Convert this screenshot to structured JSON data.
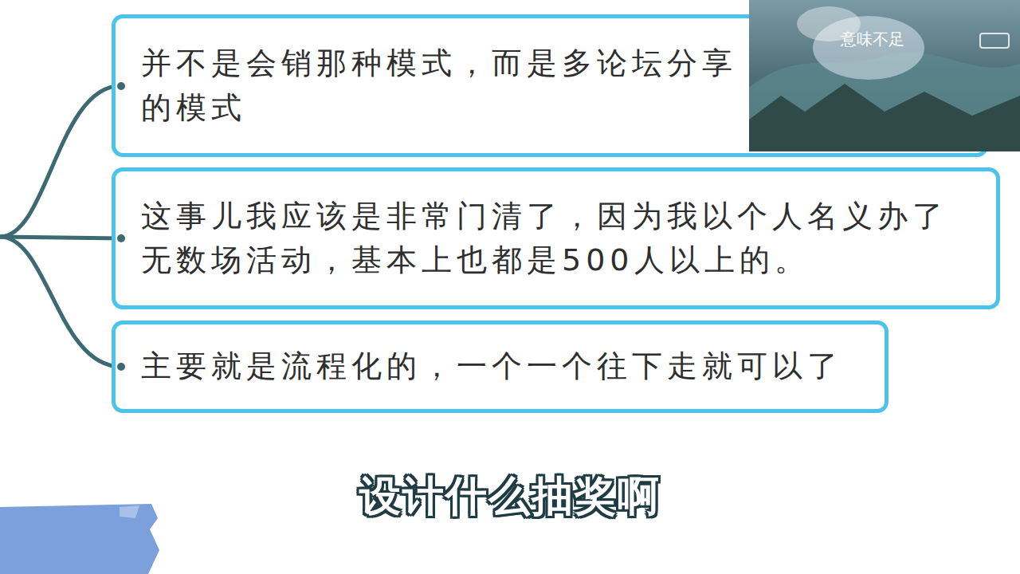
{
  "diagram": {
    "nodes": [
      {
        "text": [
          "并不是会销那种模式，而是多论坛分享的模式"
        ]
      },
      {
        "text": [
          "这事儿我应该是非常门清了，因为我以个人名义办了无数场活动，基本上也都是500人以上的。"
        ]
      },
      {
        "text": [
          "主要就是流程化的，一个一个往下走就可以了"
        ]
      }
    ],
    "labels": [
      "意味不足",
      "设计什么抽奖啊"
    ]
  }
}
